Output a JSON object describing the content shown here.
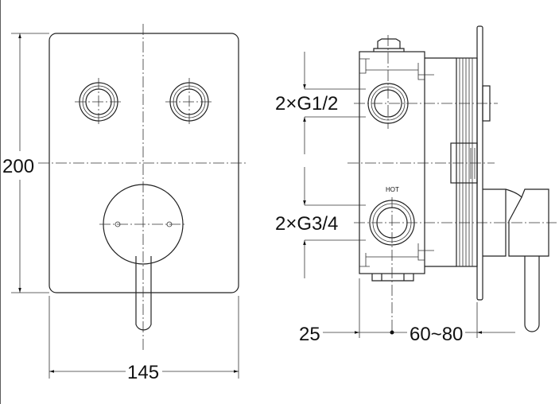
{
  "drawing": {
    "front_view": {
      "height_dim": "200",
      "width_dim": "145"
    },
    "side_view": {
      "upper_inlet_dim": "2×G1/2",
      "lower_inlet_dim": "2×G3/4",
      "hot_label": "HOT",
      "depth_min_dim": "25",
      "depth_range_dim": "60~80"
    }
  }
}
